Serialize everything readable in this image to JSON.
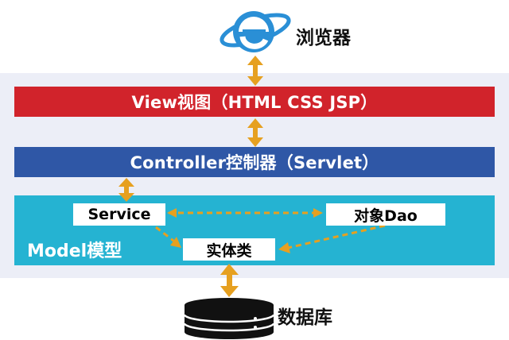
{
  "browser": {
    "label": "浏览器",
    "icon": "internet-explorer-icon"
  },
  "view": {
    "label": "View视图（HTML CSS JSP）",
    "color": "#d1232b"
  },
  "controller": {
    "label": "Controller控制器（Servlet）",
    "color": "#2f57a6"
  },
  "model": {
    "label": "Model模型",
    "color": "#25b3d2",
    "nodes": {
      "service": "Service",
      "dao": "对象Dao",
      "entity": "实体类"
    }
  },
  "database": {
    "label": "数据库",
    "icon": "database-icon"
  },
  "colors": {
    "arrow": "#e6a020"
  }
}
